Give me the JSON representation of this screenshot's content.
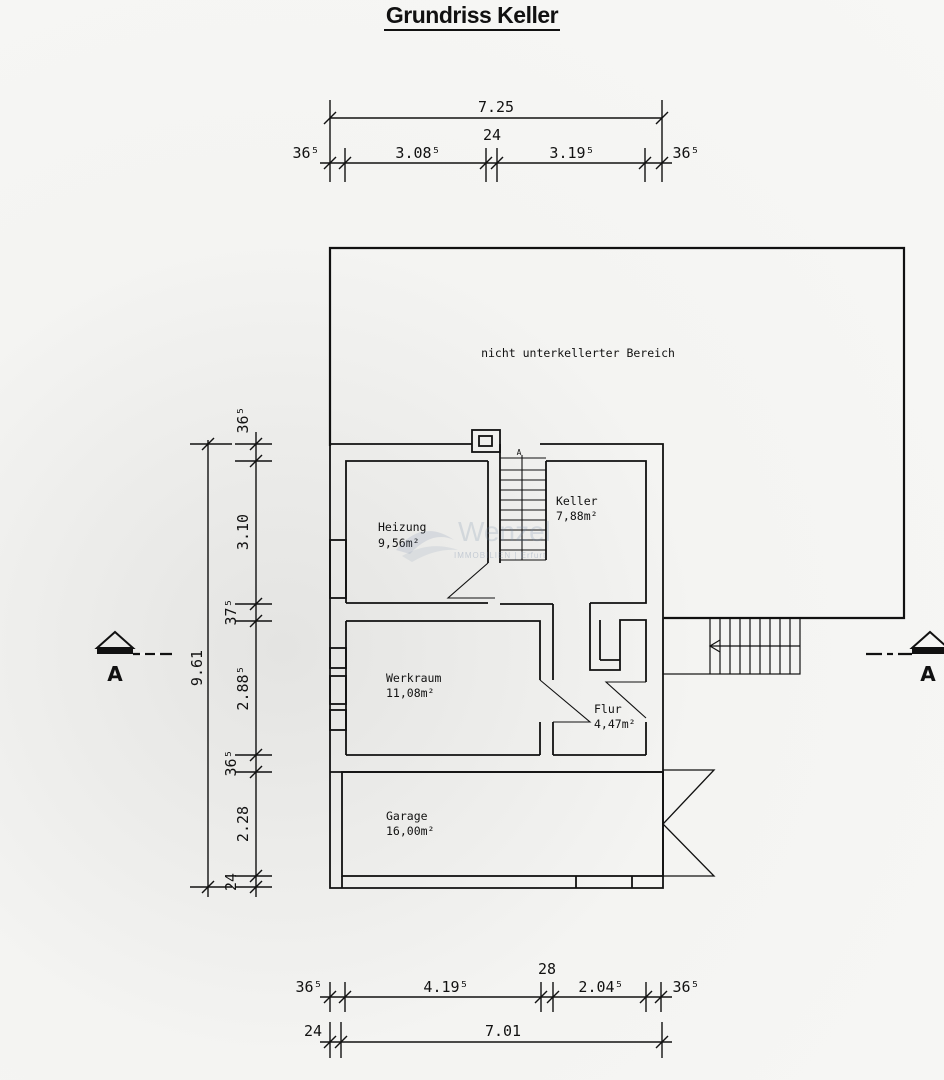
{
  "title": "Grundriss Keller",
  "dimensions": {
    "top_total": "7.25",
    "top_wall_left": "36⁵",
    "top_room_left": "3.08⁵",
    "top_wall_mid": "24",
    "top_room_right": "3.19⁵",
    "top_wall_right": "36⁵",
    "left_total": "9.61",
    "left_wall_top": "36⁵",
    "left_heizung": "3.10",
    "left_wall_2": "37⁵",
    "left_werkraum": "2.88⁵",
    "left_wall_3": "36⁵",
    "left_garage": "2.28",
    "left_wall_bottom": "24",
    "bottom_wall_left": "36⁵",
    "bottom_room_left": "4.19⁵",
    "bottom_wall_mid": "28",
    "bottom_room_right": "2.04⁵",
    "bottom_wall_right": "36⁵",
    "bottom2_wall_left": "24",
    "bottom2_total": "7.01"
  },
  "areas": {
    "unexcavated": "nicht unterkellerter Bereich",
    "stair_marker": "A"
  },
  "rooms": [
    {
      "name": "Heizung",
      "area": "9,56m²"
    },
    {
      "name": "Keller",
      "area": "7,88m²"
    },
    {
      "name": "Werkraum",
      "area": "11,08m²"
    },
    {
      "name": "Flur",
      "area": "4,47m²"
    },
    {
      "name": "Garage",
      "area": "16,00m²"
    }
  ],
  "section_markers": {
    "left": "A",
    "right": "A"
  },
  "watermark": {
    "name": "Wenzel",
    "sub": "IMMOBILIEN | Erfurt"
  }
}
